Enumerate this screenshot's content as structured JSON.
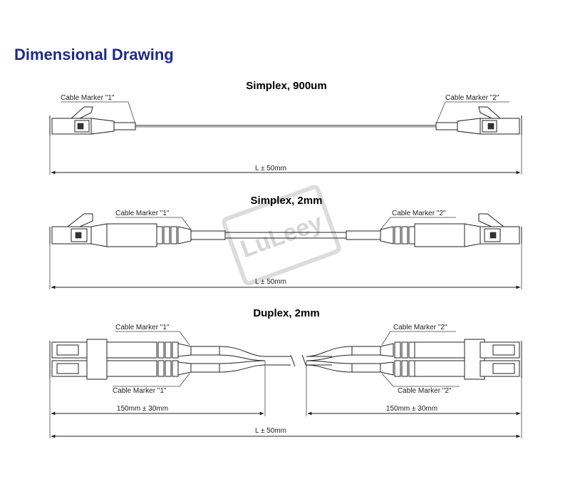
{
  "title": "Dimensional Drawing",
  "sections": {
    "simplex900": {
      "title": "Simplex, 900um",
      "marker_left": "Cable Marker \"1\"",
      "marker_right": "Cable Marker \"2\"",
      "length": "L ± 50mm"
    },
    "simplex2mm": {
      "title": "Simplex, 2mm",
      "marker_left": "Cable Marker \"1\"",
      "marker_right": "Cable Marker \"2\"",
      "length": "L ± 50mm"
    },
    "duplex2mm": {
      "title": "Duplex, 2mm",
      "marker_left_top": "Cable Marker \"1\"",
      "marker_left_bottom": "Cable Marker \"1\"",
      "marker_right_top": "Cable Marker \"2\"",
      "marker_right_bottom": "Cable Marker \"2\"",
      "breakout_left": "150mm ± 30mm",
      "breakout_right": "150mm ± 30mm",
      "length": "L ± 50mm"
    }
  },
  "watermark": "LuLeey"
}
